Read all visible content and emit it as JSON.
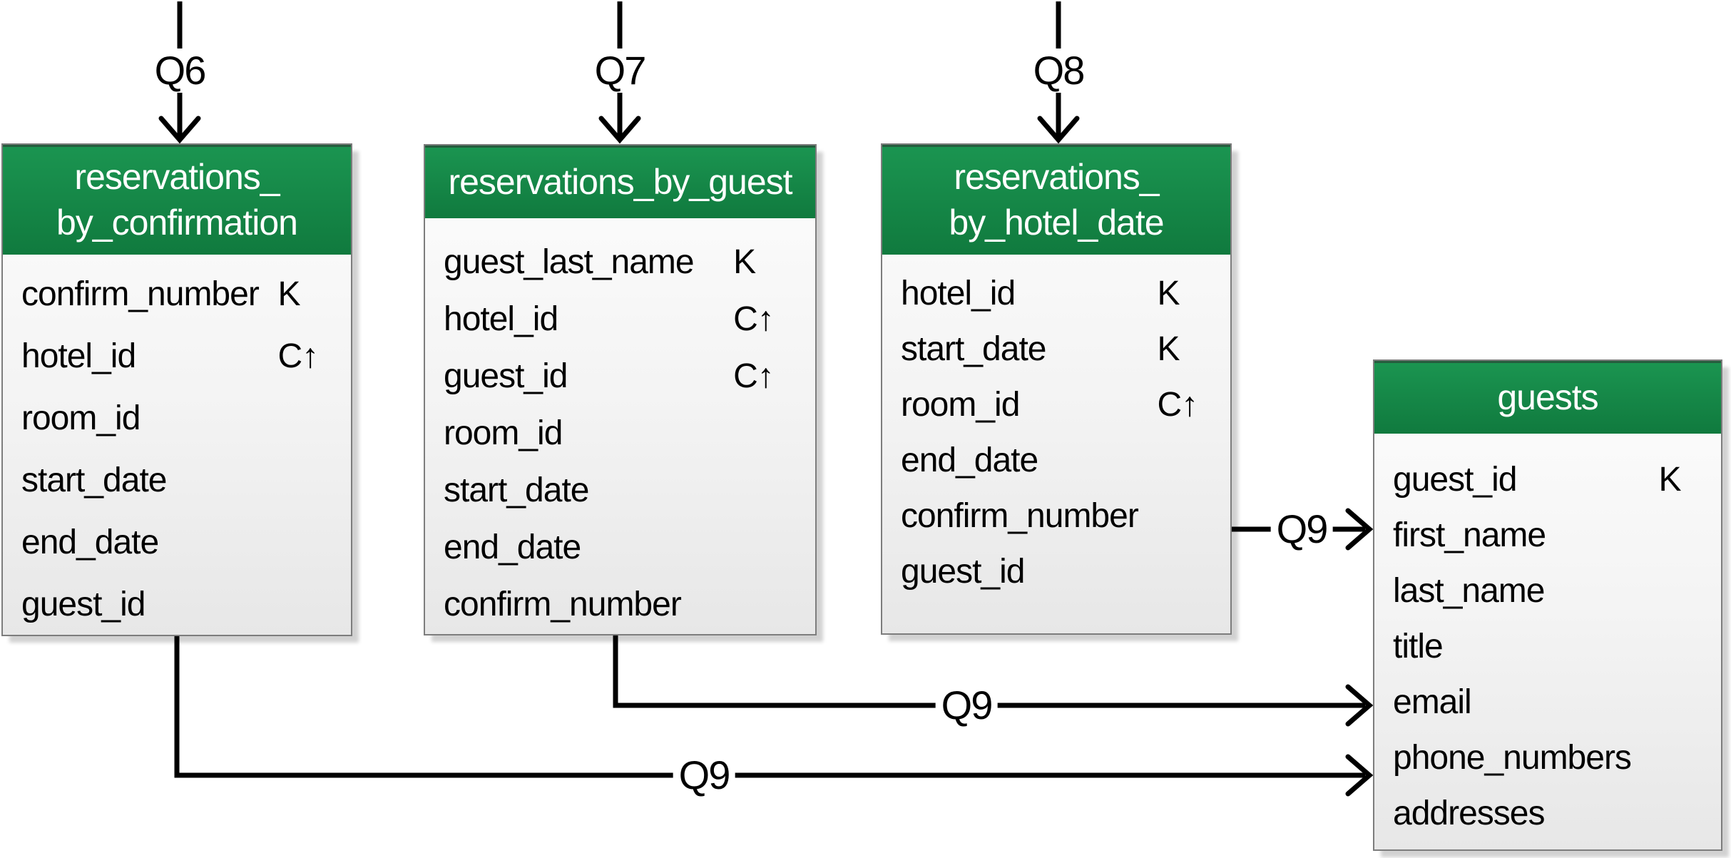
{
  "diagram": {
    "title": "hotel reservation logical data model",
    "background_color": "#ffffff",
    "header_green_top": "#1b9551",
    "header_green_bottom": "#107a3e",
    "body_gradient_top": "#fdfdfd",
    "body_gradient_bottom": "#e7e7e7",
    "box_border_color": "#7d7d7d",
    "line_color": "#000000"
  },
  "tables": [
    {
      "id": "reservations_by_confirmation",
      "name_line1": "reservations_",
      "name_line2": "by_confirmation",
      "fields": [
        {
          "name": "confirm_number",
          "marker": "K"
        },
        {
          "name": "hotel_id",
          "marker": "C↑"
        },
        {
          "name": "room_id",
          "marker": ""
        },
        {
          "name": "start_date",
          "marker": ""
        },
        {
          "name": "end_date",
          "marker": ""
        },
        {
          "name": "guest_id",
          "marker": ""
        }
      ]
    },
    {
      "id": "reservations_by_guest",
      "name_line1": "reservations_by_guest",
      "name_line2": "",
      "fields": [
        {
          "name": "guest_last_name",
          "marker": "K"
        },
        {
          "name": "hotel_id",
          "marker": "C↑"
        },
        {
          "name": "guest_id",
          "marker": "C↑"
        },
        {
          "name": "room_id",
          "marker": ""
        },
        {
          "name": "start_date",
          "marker": ""
        },
        {
          "name": "end_date",
          "marker": ""
        },
        {
          "name": "confirm_number",
          "marker": ""
        }
      ]
    },
    {
      "id": "reservations_by_hotel_date",
      "name_line1": "reservations_",
      "name_line2": "by_hotel_date",
      "fields": [
        {
          "name": "hotel_id",
          "marker": "K"
        },
        {
          "name": "start_date",
          "marker": "K"
        },
        {
          "name": "room_id",
          "marker": "C↑"
        },
        {
          "name": "end_date",
          "marker": ""
        },
        {
          "name": "confirm_number",
          "marker": ""
        },
        {
          "name": "guest_id",
          "marker": ""
        }
      ]
    },
    {
      "id": "guests",
      "name_line1": "guests",
      "name_line2": "",
      "fields": [
        {
          "name": "guest_id",
          "marker": "K"
        },
        {
          "name": "first_name",
          "marker": ""
        },
        {
          "name": "last_name",
          "marker": ""
        },
        {
          "name": "title",
          "marker": ""
        },
        {
          "name": "email",
          "marker": ""
        },
        {
          "name": "phone_numbers",
          "marker": ""
        },
        {
          "name": "addresses",
          "marker": ""
        }
      ]
    }
  ],
  "queries": {
    "q6": "Q6",
    "q7": "Q7",
    "q8": "Q8",
    "q9_from_hotel_date": "Q9",
    "q9_from_guest": "Q9",
    "q9_from_confirmation": "Q9"
  },
  "connections": [
    {
      "label": "Q6",
      "from": "top",
      "to": "reservations_by_confirmation"
    },
    {
      "label": "Q7",
      "from": "top",
      "to": "reservations_by_guest"
    },
    {
      "label": "Q8",
      "from": "top",
      "to": "reservations_by_hotel_date"
    },
    {
      "label": "Q9",
      "from": "reservations_by_hotel_date",
      "to": "guests.first_name"
    },
    {
      "label": "Q9",
      "from": "reservations_by_guest",
      "to": "guests.email"
    },
    {
      "label": "Q9",
      "from": "reservations_by_confirmation",
      "to": "guests.phone_numbers"
    }
  ]
}
